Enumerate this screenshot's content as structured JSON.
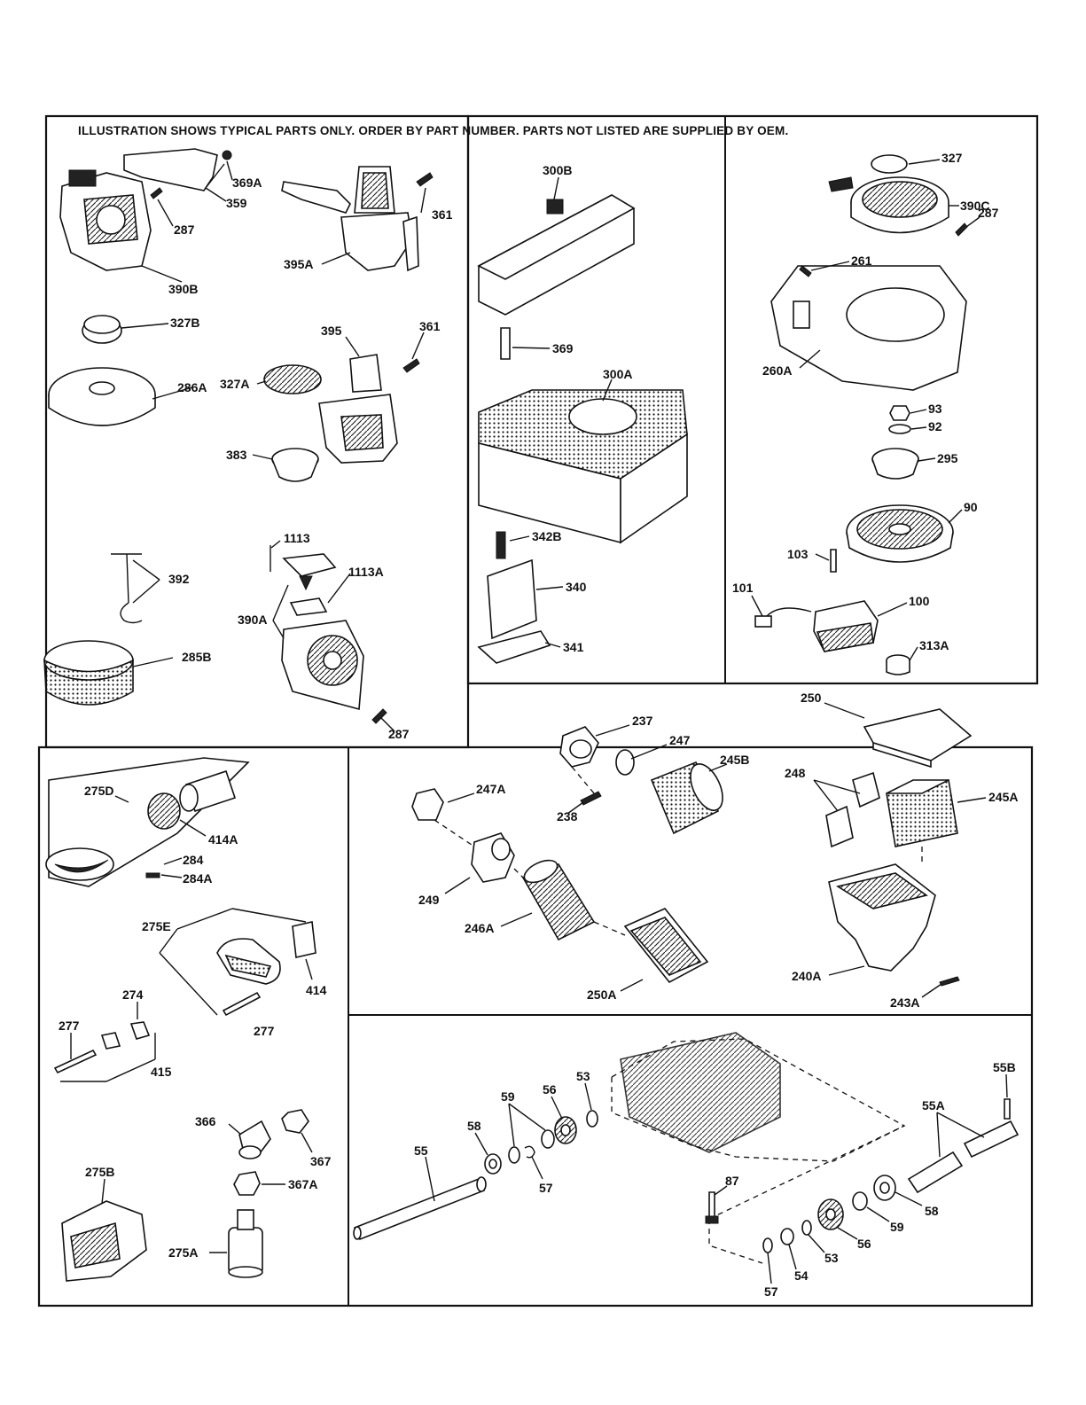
{
  "header": {
    "notice": "ILLUSTRATION SHOWS TYPICAL PARTS ONLY. ORDER BY PART NUMBER. PARTS NOT LISTED ARE SUPPLIED BY OEM."
  },
  "labels": {
    "p369A": "369A",
    "p359": "359",
    "p361a": "361",
    "p287a": "287",
    "p395A": "395A",
    "p390B": "390B",
    "p327B": "327B",
    "p395": "395",
    "p361b": "361",
    "p327A": "327A",
    "p286A": "286A",
    "p383": "383",
    "p1113": "1113",
    "p1113A": "1113A",
    "p392": "392",
    "p390A": "390A",
    "p285B": "285B",
    "p287b": "287",
    "p300B": "300B",
    "p369": "369",
    "p300A": "300A",
    "p342B": "342B",
    "p340": "340",
    "p341": "341",
    "p327": "327",
    "p390C": "390C",
    "p287c": "287",
    "p261": "261",
    "p260A": "260A",
    "p93": "93",
    "p92": "92",
    "p295": "295",
    "p90": "90",
    "p103": "103",
    "p101": "101",
    "p100": "100",
    "p313A": "313A",
    "p275D": "275D",
    "p414A": "414A",
    "p284": "284",
    "p284A": "284A",
    "p275E": "275E",
    "p414": "414",
    "p274": "274",
    "p277a": "277",
    "p277b": "277",
    "p415": "415",
    "p366": "366",
    "p367": "367",
    "p367A": "367A",
    "p275B": "275B",
    "p275A": "275A",
    "p237": "237",
    "p247": "247",
    "p245B": "245B",
    "p247A": "247A",
    "p238": "238",
    "p249": "249",
    "p246A": "246A",
    "p250A": "250A",
    "p250": "250",
    "p248": "248",
    "p245A": "245A",
    "p240A": "240A",
    "p243A": "243A",
    "p55": "55",
    "p58a": "58",
    "p59a": "59",
    "p56a": "56",
    "p53a": "53",
    "p57a": "57",
    "p87": "87",
    "p55A": "55A",
    "p55B": "55B",
    "p58b": "58",
    "p59b": "59",
    "p56b": "56",
    "p53b": "53",
    "p54": "54",
    "p57b": "57"
  }
}
